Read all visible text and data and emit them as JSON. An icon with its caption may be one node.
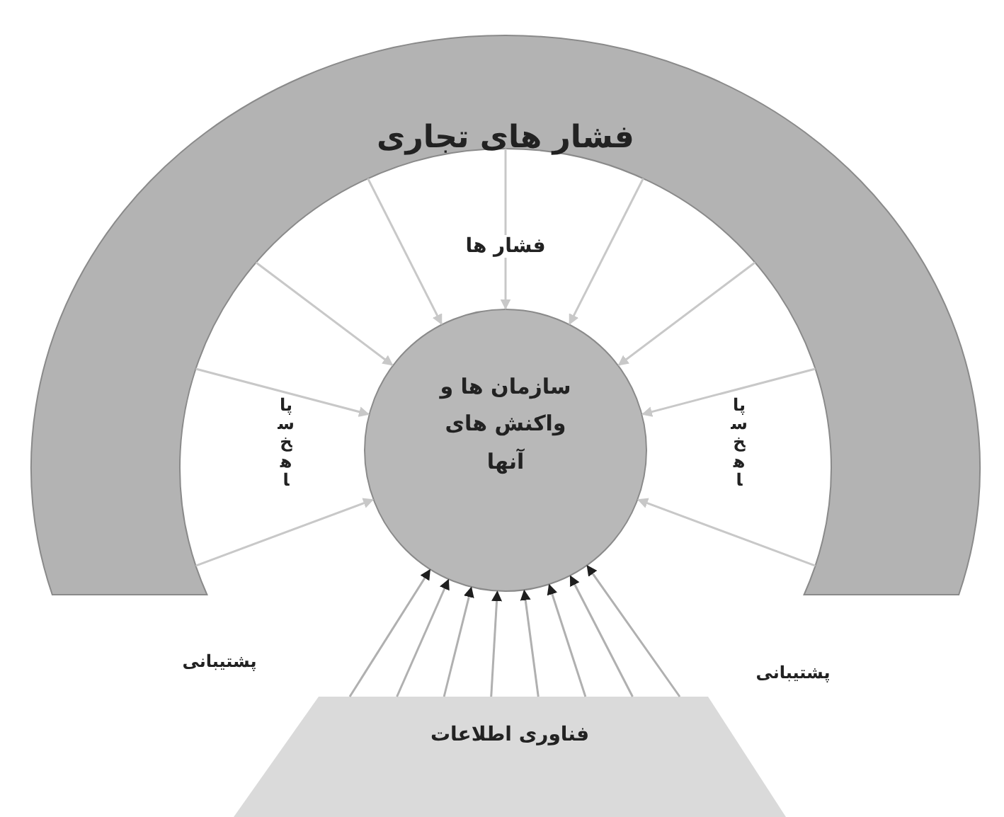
{
  "diagram": {
    "nodes": [
      {
        "text": [
          "فشار های تجاری"
        ]
      },
      {
        "text": [
          "سازمان ها و واکنش های آنها"
        ]
      },
      {
        "text": [
          "فناوری اطلاعات"
        ]
      }
    ],
    "edges": [
      {
        "from": 0,
        "to": 1,
        "arrow": "to",
        "color": "#c8c8c8"
      },
      {
        "from": 0,
        "to": 1,
        "arrow": "to",
        "color": "#c8c8c8"
      },
      {
        "from": 0,
        "to": 1,
        "arrow": "to",
        "color": "#c8c8c8"
      },
      {
        "from": 0,
        "to": 1,
        "arrow": "to",
        "color": "#c8c8c8"
      },
      {
        "from": 0,
        "to": 1,
        "arrow": "to",
        "color": "#c8c8c8"
      },
      {
        "from": 0,
        "to": 1,
        "arrow": "to",
        "color": "#c8c8c8"
      },
      {
        "from": 0,
        "to": 1,
        "arrow": "to",
        "color": "#c8c8c8"
      },
      {
        "from": 0,
        "to": 1,
        "arrow": "to",
        "color": "#c8c8c8"
      },
      {
        "from": 0,
        "to": 1,
        "arrow": "to",
        "color": "#c8c8c8"
      },
      {
        "from": 2,
        "to": 1,
        "arrow": "to"
      },
      {
        "from": 2,
        "to": 1,
        "arrow": "to"
      },
      {
        "from": 2,
        "to": 1,
        "arrow": "to"
      },
      {
        "from": 2,
        "to": 1,
        "arrow": "to"
      },
      {
        "from": 2,
        "to": 1,
        "arrow": "to"
      },
      {
        "from": 2,
        "to": 1,
        "arrow": "to"
      },
      {
        "from": 2,
        "to": 1,
        "arrow": "to"
      },
      {
        "from": 2,
        "to": 1,
        "arrow": "to"
      }
    ],
    "labels": [
      "فشار ها",
      "پاسخ ها",
      "پاسخ ها",
      "پشتیبانی",
      "پشتیبانی"
    ]
  }
}
